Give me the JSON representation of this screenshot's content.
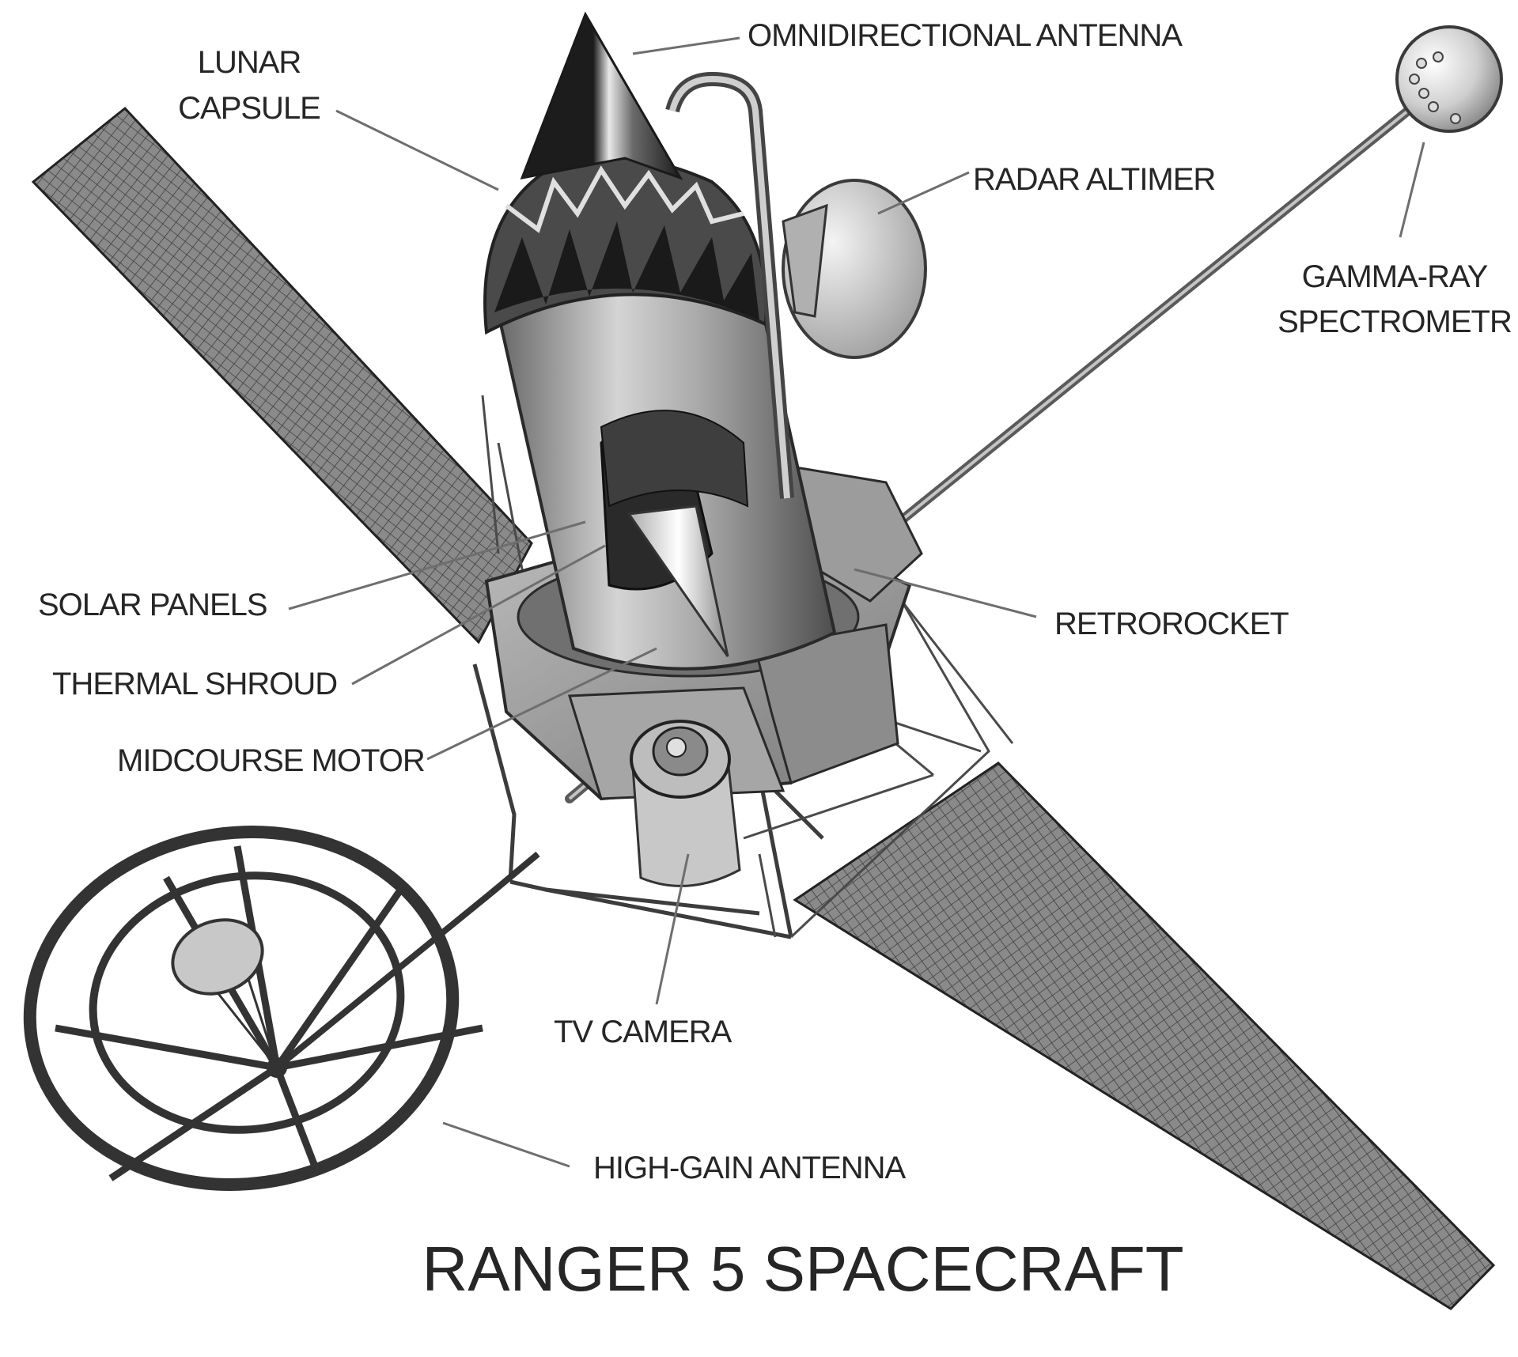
{
  "title": "RANGER 5 SPACECRAFT",
  "labels": {
    "omnidirectional_antenna": "OMNIDIRECTIONAL ANTENNA",
    "lunar": "LUNAR",
    "capsule": "CAPSULE",
    "radar_altimer": "RADAR ALTIMER",
    "gamma_ray": "GAMMA-RAY",
    "spectrometr": "SPECTROMETR",
    "solar_panels": "SOLAR PANELS",
    "thermal_shroud": "THERMAL SHROUD",
    "midcourse_motor": "MIDCOURSE MOTOR",
    "retrorocket": "RETROROCKET",
    "tv_camera": "TV CAMERA",
    "high_gain_antenna": "HIGH-GAIN ANTENNA"
  },
  "colors": {
    "background": "#ffffff",
    "metal_light": "#d9d9d9",
    "metal_mid": "#9a9a9a",
    "metal_dark": "#4a4a4a",
    "panel_cell": "#7a7a7a",
    "text": "#262626"
  }
}
